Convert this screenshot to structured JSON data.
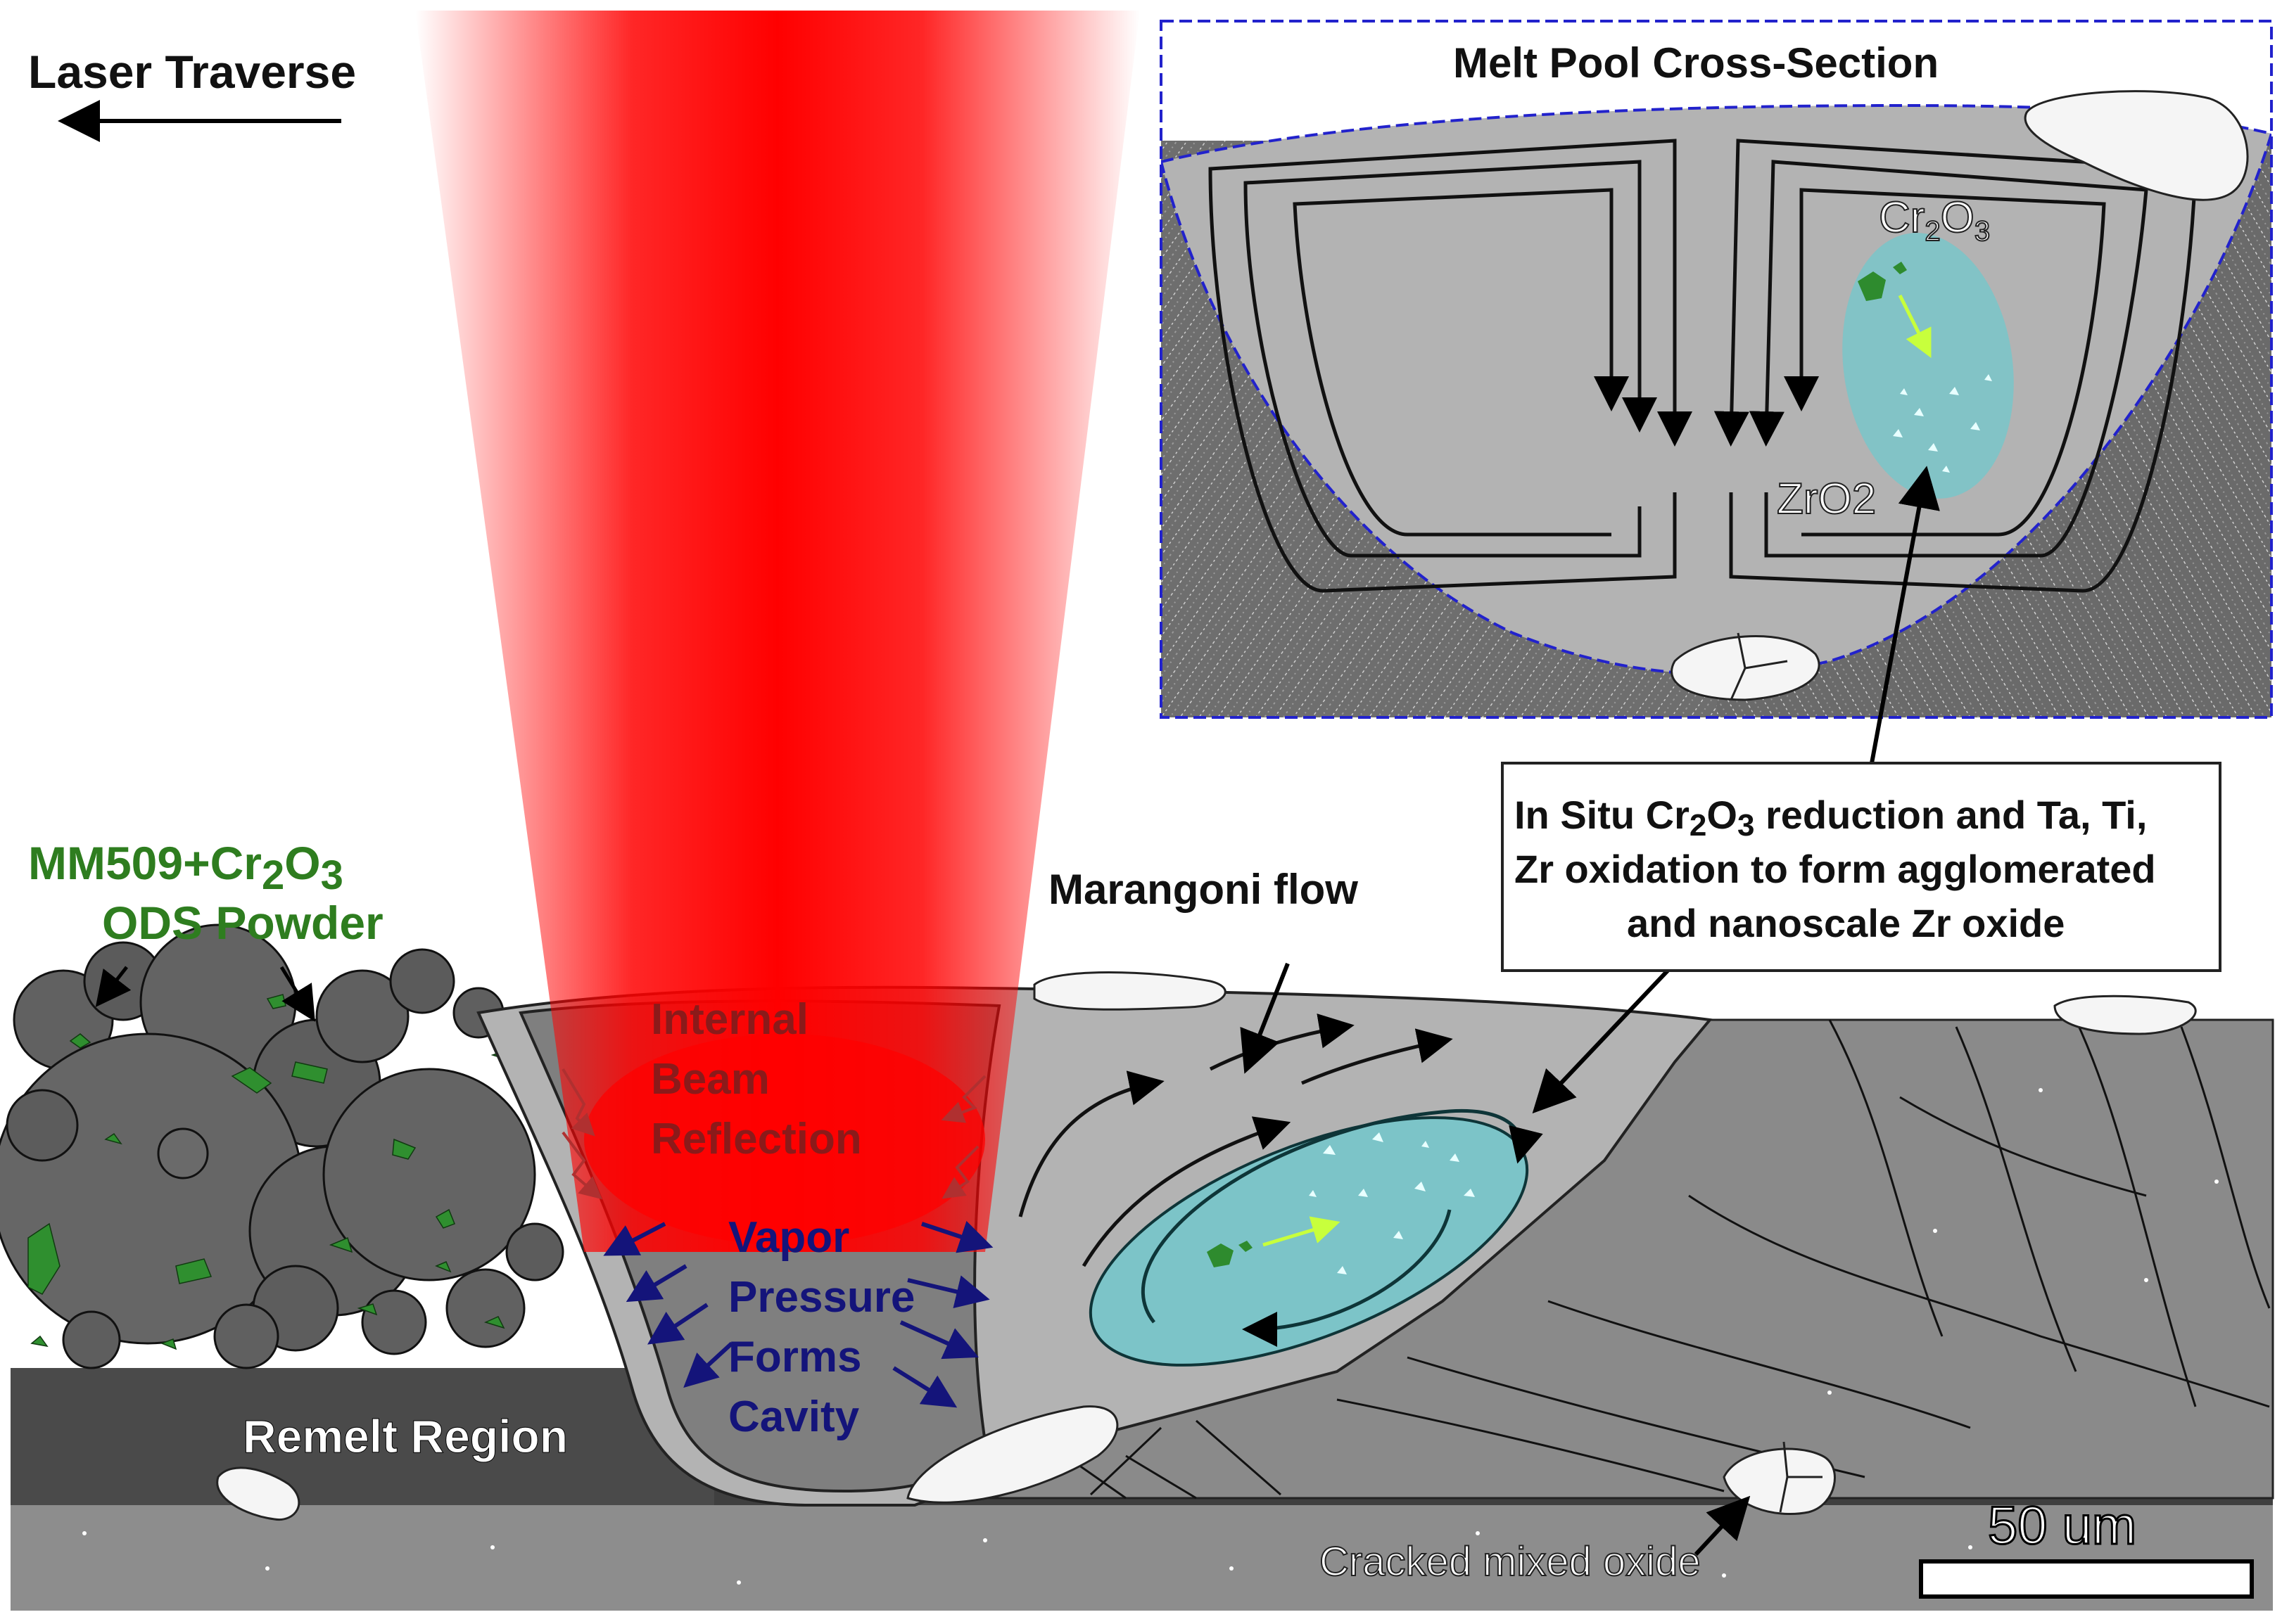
{
  "labels": {
    "laser_traverse": "Laser Traverse",
    "powder_line1_a": "MM509+Cr",
    "powder_line1_b": "2",
    "powder_line1_c": "O",
    "powder_line1_d": "3",
    "powder_line2": "ODS Powder",
    "internal_beam_1": "Internal",
    "internal_beam_2": "Beam",
    "internal_beam_3": "Reflection",
    "vapor_1": "Vapor",
    "vapor_2": "Pressure",
    "vapor_3": "Forms",
    "vapor_4": "Cavity",
    "marangoni": "Marangoni flow",
    "remelt": "Remelt Region",
    "cracked_oxide": "Cracked mixed oxide",
    "scale_bar": "50 um"
  },
  "inset": {
    "title": "Melt Pool Cross-Section",
    "cr2o3_a": "Cr",
    "cr2o3_b": "2",
    "cr2o3_c": "O",
    "cr2o3_d": "3",
    "zro2": "ZrO2"
  },
  "callout": {
    "line1_a": "In Situ Cr",
    "line1_b": "2",
    "line1_c": "O",
    "line1_d": "3",
    "line1_e": " reduction and Ta, Ti,",
    "line2": "Zr oxidation to form agglomerated",
    "line3": "and nanoscale Zr oxide"
  },
  "colors": {
    "laser": "#ff0000",
    "melt_pool": "#b3b3b3",
    "solid_substrate": "#8c8c8c",
    "powder": "#5f5f5f",
    "oxide_green": "#2e8b2e",
    "oxide_region": "#7cc4c8",
    "vapor_text": "#1a1a7a",
    "beam_text": "#8b1a1a",
    "inset_border": "#2222cc"
  }
}
